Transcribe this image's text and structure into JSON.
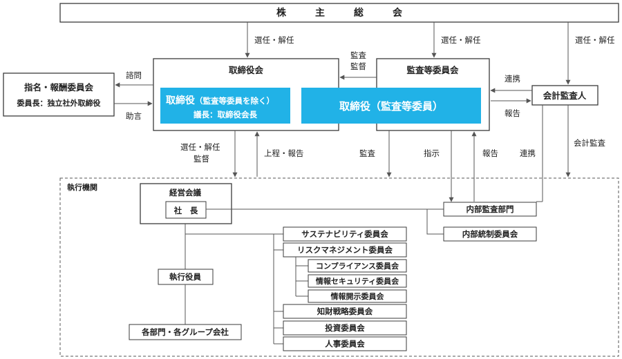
{
  "shareholders_meeting": "株　　　主　　　総　　　会",
  "board": {
    "title": "取締役会",
    "director_excl": "取締役",
    "director_excl_note": "（監査等委員を除く）",
    "chair": "議長：取締役会長"
  },
  "audit_committee": {
    "title": "監査等委員会",
    "member_director": "取締役（監査等委員）"
  },
  "nomination_committee": {
    "title": "指名・報酬委員会",
    "chair": "委員長：独立社外取締役"
  },
  "auditor": "会計監査人",
  "labels": {
    "elect_dismiss": "選任・解任",
    "consult": "諮問",
    "advise": "助言",
    "audit": "監査",
    "supervise": "監督",
    "cooperate": "連携",
    "report": "報告",
    "accounting_audit": "会計監査",
    "submit_report": "上程・報告",
    "instruct": "指示"
  },
  "exec": {
    "title": "執行機関",
    "mgmt_meeting": "経営会議",
    "president": "社　長",
    "officers": "執行役員",
    "departments": "各部門・各グループ会社",
    "internal_audit": "内部監査部門",
    "internal_control": "内部統制委員会"
  },
  "committees": [
    "サステナビリティ委員会",
    "リスクマネジメント委員会",
    "知財戦略委員会",
    "投資委員会",
    "人事委員会"
  ],
  "sub_committees": [
    "コンプライアンス委員会",
    "情報セキュリティ委員会",
    "情報開示委員会"
  ],
  "colors": {
    "accent_blue": "#21b2e7",
    "line": "#555555"
  }
}
